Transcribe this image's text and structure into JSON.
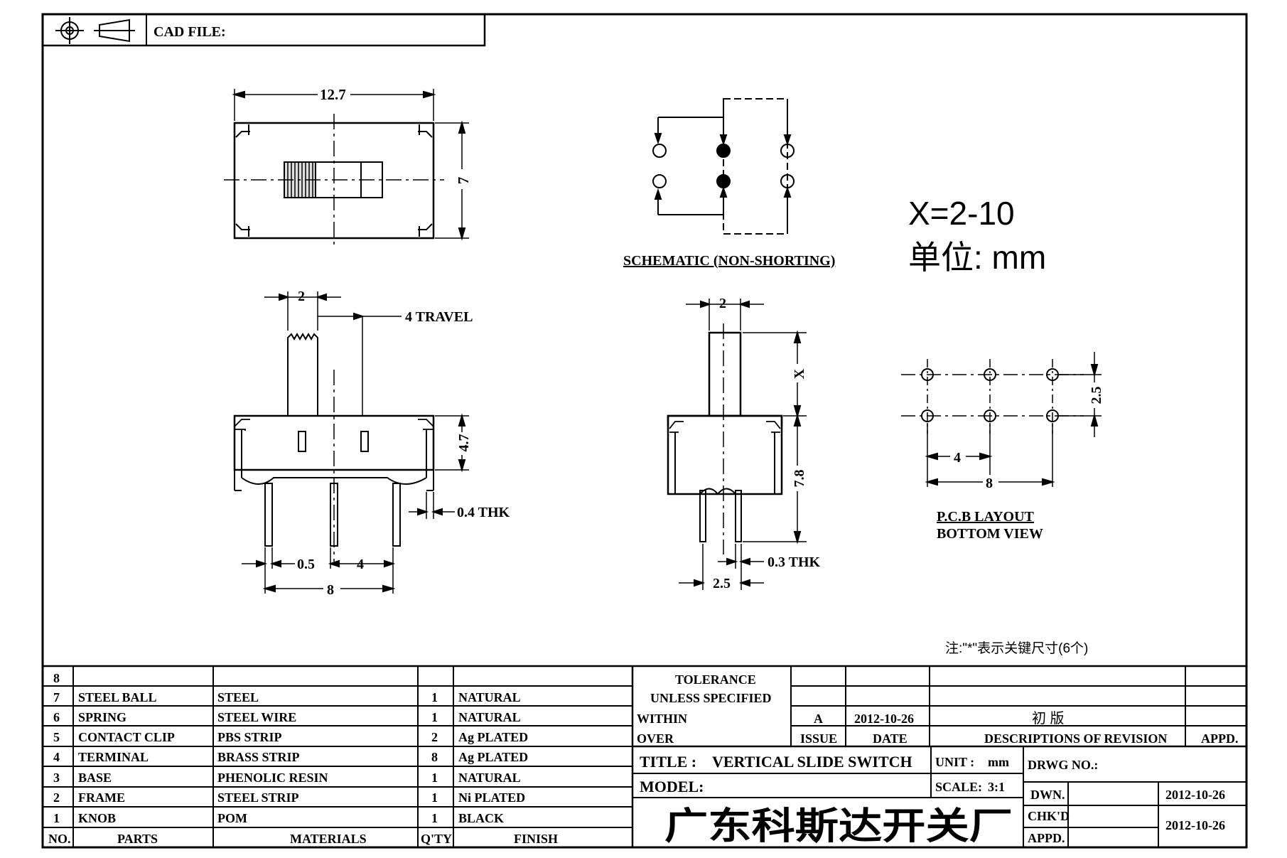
{
  "header": {
    "cad_file_label": "CAD FILE:"
  },
  "top_view": {
    "width_dim": "12.7",
    "height_dim": "7"
  },
  "schematic": {
    "label": "SCHEMATIC (NON-SHORTING)"
  },
  "notes": {
    "x_range": "X=2-10",
    "unit": "单位: mm",
    "footnote": "注:\"*\"表示关键尺寸(6个)"
  },
  "side_view": {
    "actuator_width": "2",
    "travel": "4 TRAVEL",
    "body_height": "4.7",
    "thickness": "0.4 THK",
    "pin_width": "0.5",
    "pin_pitch": "4",
    "pin_span": "8"
  },
  "end_view": {
    "actuator_width": "2",
    "actuator_height": "X",
    "total_height": "7.8",
    "thickness": "0.3 THK",
    "pin_spacing": "2.5"
  },
  "pcb_layout": {
    "row_spacing": "2.5",
    "pitch": "4",
    "span": "8",
    "title_line1": "P.C.B LAYOUT",
    "title_line2": "BOTTOM VIEW"
  },
  "bom": {
    "rows": [
      {
        "no": "8",
        "part": "",
        "material": "",
        "qty": "",
        "finish": ""
      },
      {
        "no": "7",
        "part": "STEEL BALL",
        "material": "STEEL",
        "qty": "1",
        "finish": "NATURAL"
      },
      {
        "no": "6",
        "part": "SPRING",
        "material": "STEEL WIRE",
        "qty": "1",
        "finish": "NATURAL"
      },
      {
        "no": "5",
        "part": "CONTACT CLIP",
        "material": "PBS STRIP",
        "qty": "2",
        "finish": "Ag PLATED"
      },
      {
        "no": "4",
        "part": "TERMINAL",
        "material": "BRASS STRIP",
        "qty": "8",
        "finish": "Ag PLATED"
      },
      {
        "no": "3",
        "part": "BASE",
        "material": "PHENOLIC RESIN",
        "qty": "1",
        "finish": "NATURAL"
      },
      {
        "no": "2",
        "part": "FRAME",
        "material": "STEEL STRIP",
        "qty": "1",
        "finish": "Ni PLATED"
      },
      {
        "no": "1",
        "part": "KNOB",
        "material": "POM",
        "qty": "1",
        "finish": "BLACK"
      }
    ],
    "headers": {
      "no": "NO.",
      "part": "PARTS",
      "material": "MATERIALS",
      "qty": "Q'TY",
      "finish": "FINISH"
    }
  },
  "title_block": {
    "tolerance": "TOLERANCE",
    "unless_specified": "UNLESS  SPECIFIED",
    "within": "WITHIN",
    "over": "OVER",
    "rev_letter": "A",
    "rev_date": "2012-10-26",
    "rev_desc": "初  版",
    "issue": "ISSUE",
    "date": "DATE",
    "descriptions": "DESCRIPTIONS OF REVISION",
    "appd": "APPD.",
    "title_label": "TITLE :",
    "title_value": "VERTICAL SLIDE SWITCH",
    "unit_label": "UNIT :",
    "unit_value": "mm",
    "drwg_no": "DRWG NO.:",
    "model": "MODEL:",
    "scale_label": "SCALE:",
    "scale_value": "3:1",
    "dwn": "DWN.",
    "dwn_date": "2012-10-26",
    "chkd": "CHK'D",
    "chkd_date": "2012-10-26",
    "appd_row": "APPD.",
    "company": "广东科斯达开关厂"
  }
}
